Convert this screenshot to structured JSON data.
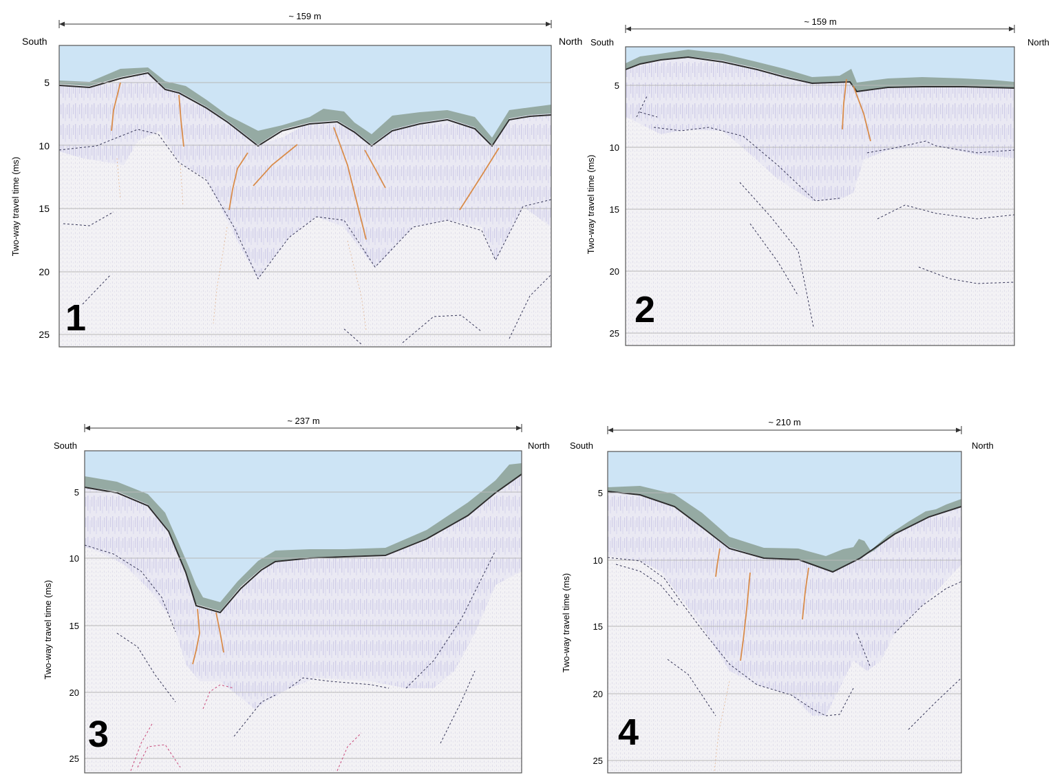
{
  "panels": [
    {
      "id": "1",
      "number": "1",
      "width_label": "~ 159 m",
      "left_label": "South",
      "right_label": "North",
      "y_axis_label": "Two-way travel time (ms)",
      "y_ticks": [
        "5",
        "10",
        "15",
        "20",
        "25"
      ]
    },
    {
      "id": "2",
      "number": "2",
      "width_label": "~ 159 m",
      "left_label": "South",
      "right_label": "North",
      "y_axis_label": "Two-way travel time (ms)",
      "y_ticks": [
        "5",
        "10",
        "15",
        "20",
        "25"
      ]
    },
    {
      "id": "3",
      "number": "3",
      "width_label": "~ 237 m",
      "left_label": "South",
      "right_label": "North",
      "y_axis_label": "Two-way travel time (ms)",
      "y_ticks": [
        "5",
        "10",
        "15",
        "20",
        "25"
      ]
    },
    {
      "id": "4",
      "number": "4",
      "width_label": "~ 210 m",
      "left_label": "South",
      "right_label": "North",
      "y_axis_label": "Two-way travel time (ms)",
      "y_ticks": [
        "5",
        "10",
        "15",
        "20",
        "25"
      ]
    }
  ],
  "colors": {
    "water": "#cde4f5",
    "sediment_cap": "#8fa39a",
    "seafloor_line": "#2d2d2d",
    "subsurface_fill": "#e7e6f2",
    "subsurface_streak": "#a9a6d8",
    "fault": "#d98c4a",
    "reflector_dashed": "#333355",
    "reflector_pink": "#c94a7a",
    "gridline": "#b8b8b8",
    "frame": "#555555"
  }
}
